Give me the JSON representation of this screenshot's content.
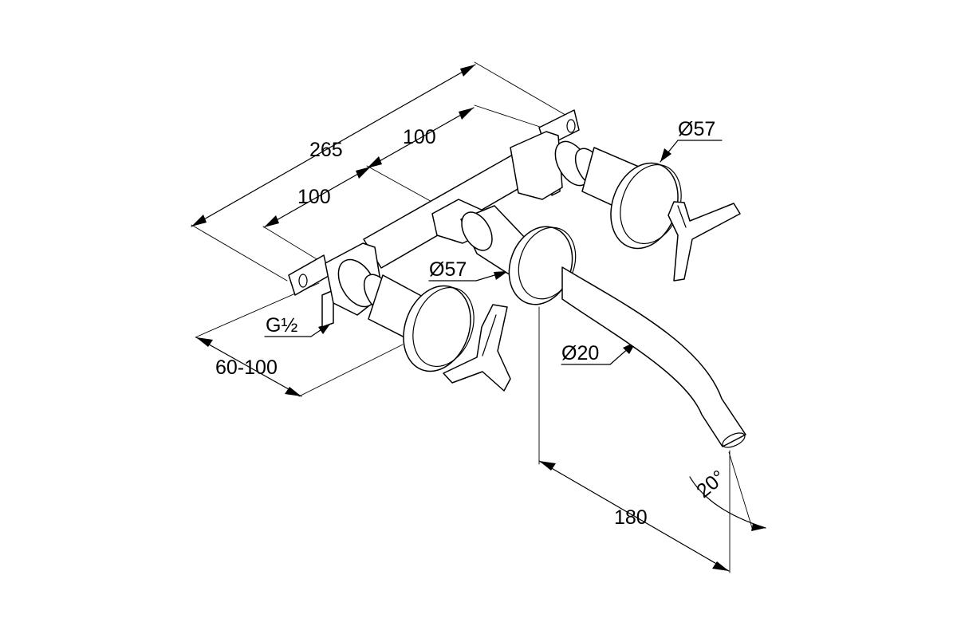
{
  "dimensions": {
    "total_length": "265",
    "spacing_upper": "100",
    "spacing_lower": "100",
    "rosette_diameter_right": "Ø57",
    "rosette_diameter_center": "Ø57",
    "connection_thread": "G½",
    "installation_depth": "60-100",
    "spout_diameter": "Ø20",
    "spout_projection": "180",
    "spout_angle": "20°"
  }
}
